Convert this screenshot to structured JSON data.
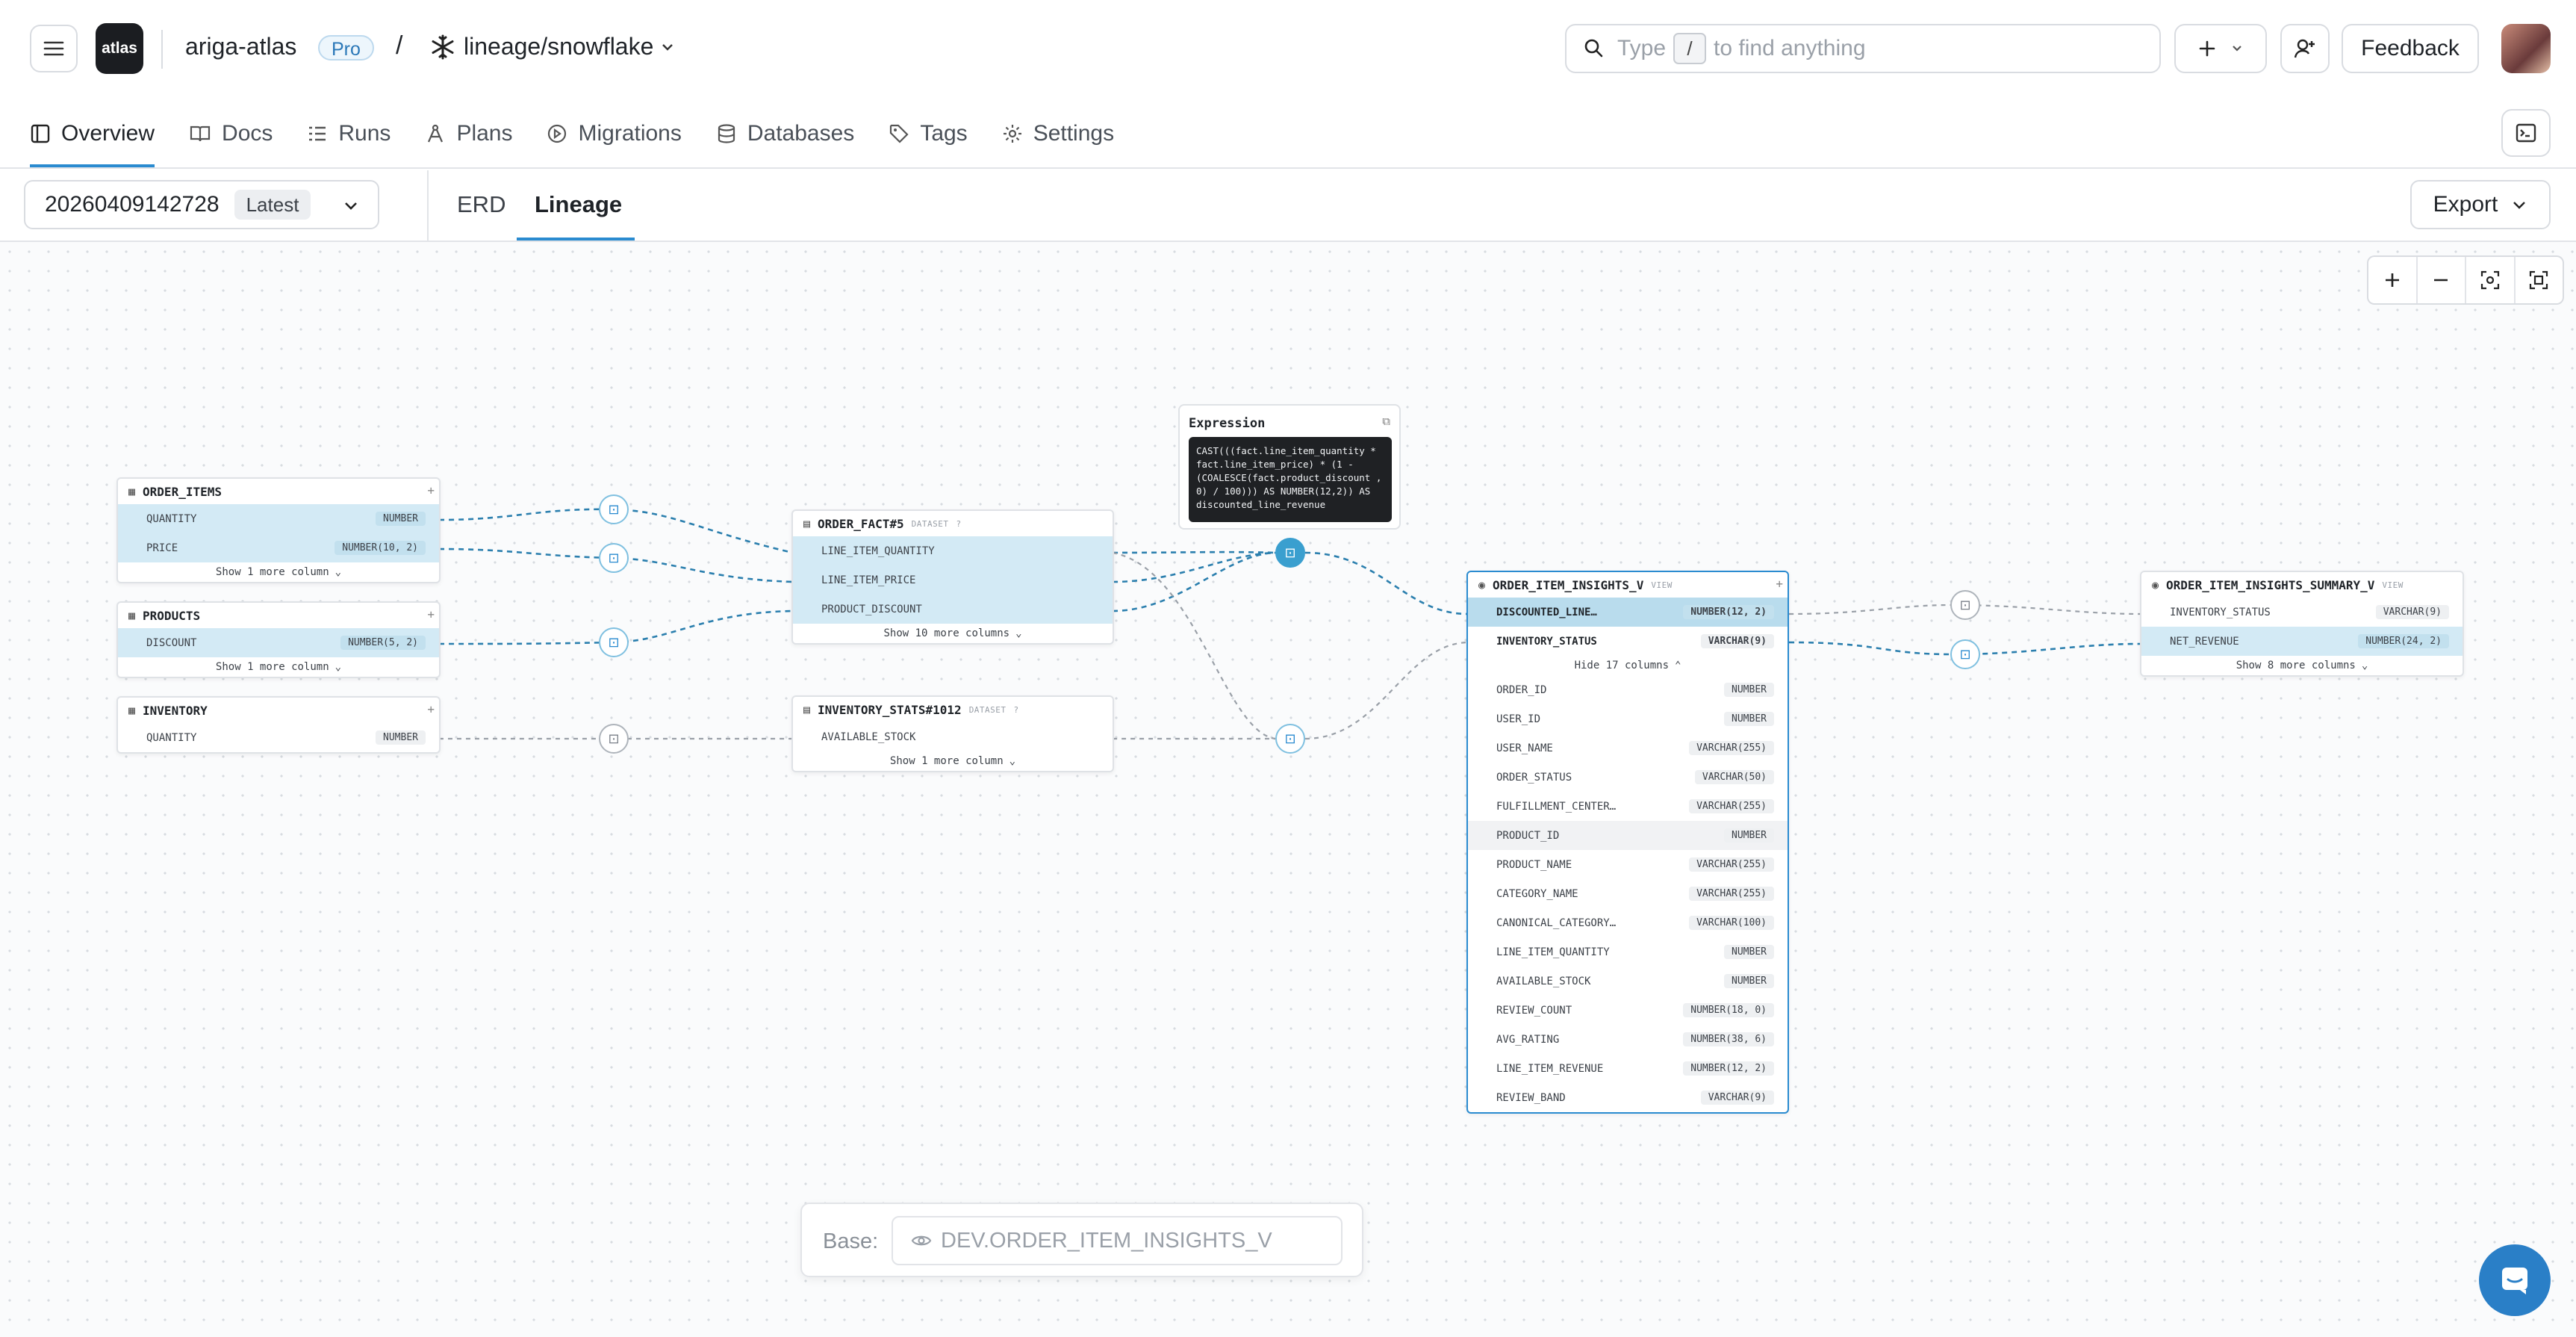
{
  "header": {
    "logo": "atlas",
    "org": "ariga-atlas",
    "plan_badge": "Pro",
    "separator": "/",
    "repo": "lineage/snowflake",
    "search": {
      "prefix": "Type",
      "key": "/",
      "suffix": "to find anything"
    },
    "feedback": "Feedback"
  },
  "nav": {
    "overview": "Overview",
    "docs": "Docs",
    "runs": "Runs",
    "plans": "Plans",
    "migrations": "Migrations",
    "databases": "Databases",
    "tags": "Tags",
    "settings": "Settings"
  },
  "toolbar": {
    "version": "20260409142728",
    "version_badge": "Latest",
    "tabs": {
      "erd": "ERD",
      "lineage": "Lineage"
    },
    "export": "Export"
  },
  "nodes": {
    "order_items": {
      "name": "ORDER_ITEMS",
      "rows": [
        [
          "QUANTITY",
          "NUMBER"
        ],
        [
          "PRICE",
          "NUMBER(10, 2)"
        ]
      ],
      "more": "Show 1 more column"
    },
    "products": {
      "name": "PRODUCTS",
      "rows": [
        [
          "DISCOUNT",
          "NUMBER(5, 2)"
        ]
      ],
      "more": "Show 1 more column"
    },
    "inventory": {
      "name": "INVENTORY",
      "rows": [
        [
          "QUANTITY",
          "NUMBER"
        ]
      ]
    },
    "order_fact": {
      "name": "ORDER_FACT#5",
      "tag": "DATASET",
      "rows": [
        "LINE_ITEM_QUANTITY",
        "LINE_ITEM_PRICE",
        "PRODUCT_DISCOUNT"
      ],
      "more": "Show 10 more columns"
    },
    "inventory_stats": {
      "name": "INVENTORY_STATS#1012",
      "tag": "DATASET",
      "rows": [
        "AVAILABLE_STOCK"
      ],
      "more": "Show 1 more column"
    },
    "insights": {
      "name": "ORDER_ITEM_INSIGHTS_V",
      "tag": "VIEW",
      "top_rows": [
        [
          "DISCOUNTED_LINE…",
          "NUMBER(12, 2)"
        ],
        [
          "INVENTORY_STATUS",
          "VARCHAR(9)"
        ]
      ],
      "hide": "Hide 17 columns",
      "rows": [
        [
          "ORDER_ID",
          "NUMBER"
        ],
        [
          "USER_ID",
          "NUMBER"
        ],
        [
          "USER_NAME",
          "VARCHAR(255)"
        ],
        [
          "ORDER_STATUS",
          "VARCHAR(50)"
        ],
        [
          "FULFILLMENT_CENTER…",
          "VARCHAR(255)"
        ],
        [
          "PRODUCT_ID",
          "NUMBER"
        ],
        [
          "PRODUCT_NAME",
          "VARCHAR(255)"
        ],
        [
          "CATEGORY_NAME",
          "VARCHAR(255)"
        ],
        [
          "CANONICAL_CATEGORY…",
          "VARCHAR(100)"
        ],
        [
          "LINE_ITEM_QUANTITY",
          "NUMBER"
        ],
        [
          "AVAILABLE_STOCK",
          "NUMBER"
        ],
        [
          "REVIEW_COUNT",
          "NUMBER(18, 0)"
        ],
        [
          "AVG_RATING",
          "NUMBER(38, 6)"
        ],
        [
          "LINE_ITEM_REVENUE",
          "NUMBER(12, 2)"
        ],
        [
          "REVIEW_BAND",
          "VARCHAR(9)"
        ]
      ]
    },
    "summary": {
      "name": "ORDER_ITEM_INSIGHTS_SUMMARY_V",
      "tag": "VIEW",
      "rows": [
        [
          "INVENTORY_STATUS",
          "VARCHAR(9)"
        ],
        [
          "NET_REVENUE",
          "NUMBER(24, 2)"
        ]
      ],
      "more": "Show 8 more columns"
    }
  },
  "expression": {
    "title": "Expression",
    "code": "CAST(((fact.line_item_quantity * fact.line_item_price) * (1 - (COALESCE(fact.product_discount , 0) / 100))) AS NUMBER(12,2)) AS discounted_line_revenue"
  },
  "base": {
    "label": "Base:",
    "value": "DEV.ORDER_ITEM_INSIGHTS_V"
  },
  "colors": {
    "accent": "#2a8bd0",
    "highlight_row": "#d3eaf5",
    "edge": "#2b7fae"
  }
}
